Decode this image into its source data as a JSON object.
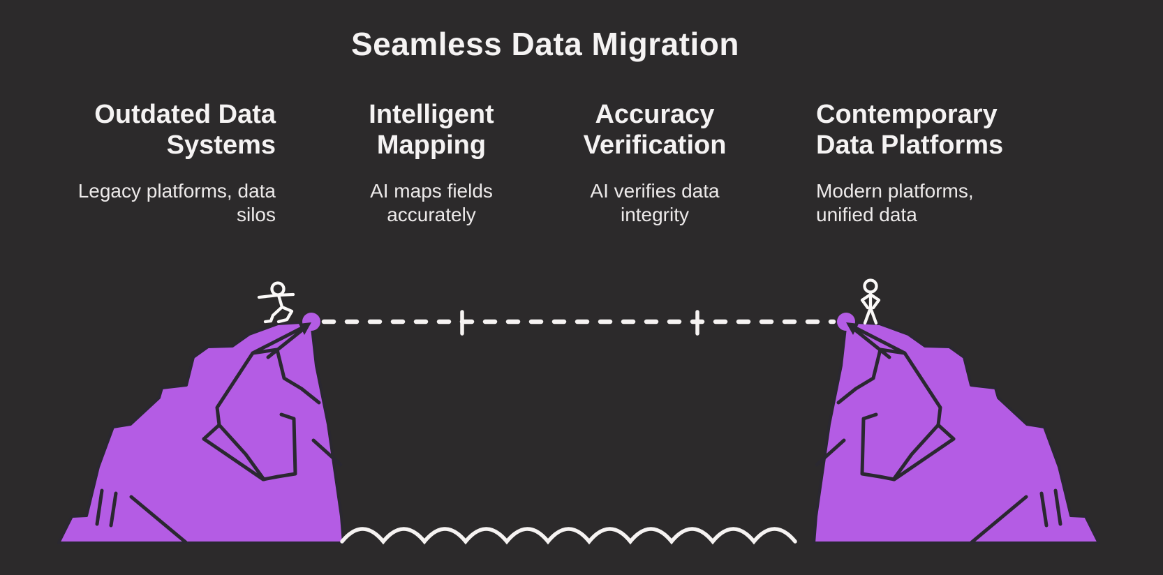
{
  "title": "Seamless Data Migration",
  "columns": [
    {
      "title": "Outdated Data Systems",
      "title_lines": [
        "Outdated Data",
        "Systems"
      ],
      "subtitle": "Legacy platforms, data silos",
      "subtitle_lines": [
        "Legacy platforms, data",
        "silos"
      ]
    },
    {
      "title": "Intelligent Mapping",
      "title_lines": [
        "Intelligent",
        "Mapping"
      ],
      "subtitle": "AI maps fields accurately",
      "subtitle_lines": [
        "AI maps fields",
        "accurately"
      ]
    },
    {
      "title": "Accuracy Verification",
      "title_lines": [
        "Accuracy",
        "Verification"
      ],
      "subtitle": "AI verifies data integrity",
      "subtitle_lines": [
        "AI verifies data",
        "integrity"
      ]
    },
    {
      "title": "Contemporary Data Platforms",
      "title_lines": [
        "Contemporary",
        "Data Platforms"
      ],
      "subtitle": "Modern platforms, unified data",
      "subtitle_lines": [
        "Modern platforms,",
        "unified data"
      ]
    }
  ],
  "illustration": {
    "left_cliff": "jagged purple cliff with crystalline facet lines",
    "right_cliff": "mirrored jagged purple cliff",
    "left_figure": "stick figure balancing, stepping toward tightrope",
    "right_figure": "stick figure standing with hands on hips",
    "rope": "white dashed tightrope between cliff anchors",
    "rope_tick_count": 2,
    "anchors": "purple dot with dark arrowhead at each cliff edge",
    "water": "white wavy water line between the cliffs"
  },
  "colors": {
    "background": "#2c2a2b",
    "cliff_purple": "#b45ce4",
    "cliff_line": "#2a2830",
    "white": "#f6f3f2",
    "text_bright": "#f5f3f3",
    "text_soft": "#edeaea"
  }
}
